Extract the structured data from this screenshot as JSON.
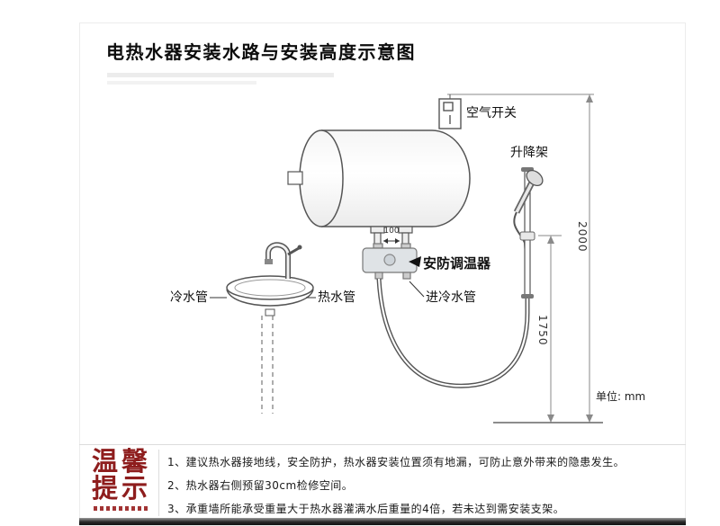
{
  "title": "电热水器安装水路与安装高度示意图",
  "diagram": {
    "labels": {
      "air_switch": "空气开关",
      "lift_bracket": "升降架",
      "thermostat": "安防调温器",
      "cold_inlet_pipe": "进冷水管",
      "cold_pipe": "冷水管",
      "hot_pipe": "热水管"
    },
    "dimensions": {
      "total_height_mm": "2000",
      "bracket_height_mm": "1750",
      "pipe_spacing_mm": "100",
      "unit_note": "单位: mm"
    }
  },
  "tips": {
    "stamp_line1": "温馨",
    "stamp_line2": "提示",
    "items": [
      "1、建议热水器接地线，安全防护，热水器安装位置须有地漏，可防止意外带来的隐患发生。",
      "2、热水器右侧预留30cm检修空间。",
      "3、承重墙所能承受重量大于热水器灌满水后重量的4倍，若未达到需安装支架。"
    ]
  },
  "colors": {
    "stamp_red": "#8e1d1d",
    "line_gray": "#555555",
    "dim_gray": "#8a8a8a"
  }
}
